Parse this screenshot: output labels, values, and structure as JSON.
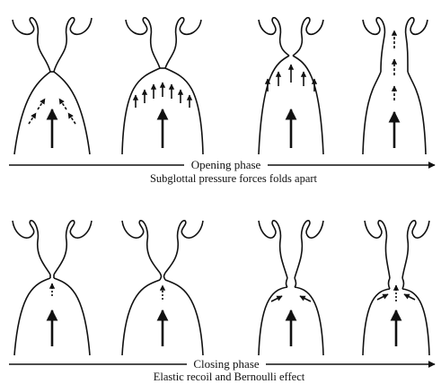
{
  "rows": [
    {
      "phase_title": "Opening phase",
      "phase_caption": "Subglottal pressure forces folds apart"
    },
    {
      "phase_title": "Closing phase",
      "phase_caption": "Elastic recoil and Bernoulli effect"
    }
  ],
  "colors": {
    "ink": "#111111",
    "background": "#ffffff"
  }
}
